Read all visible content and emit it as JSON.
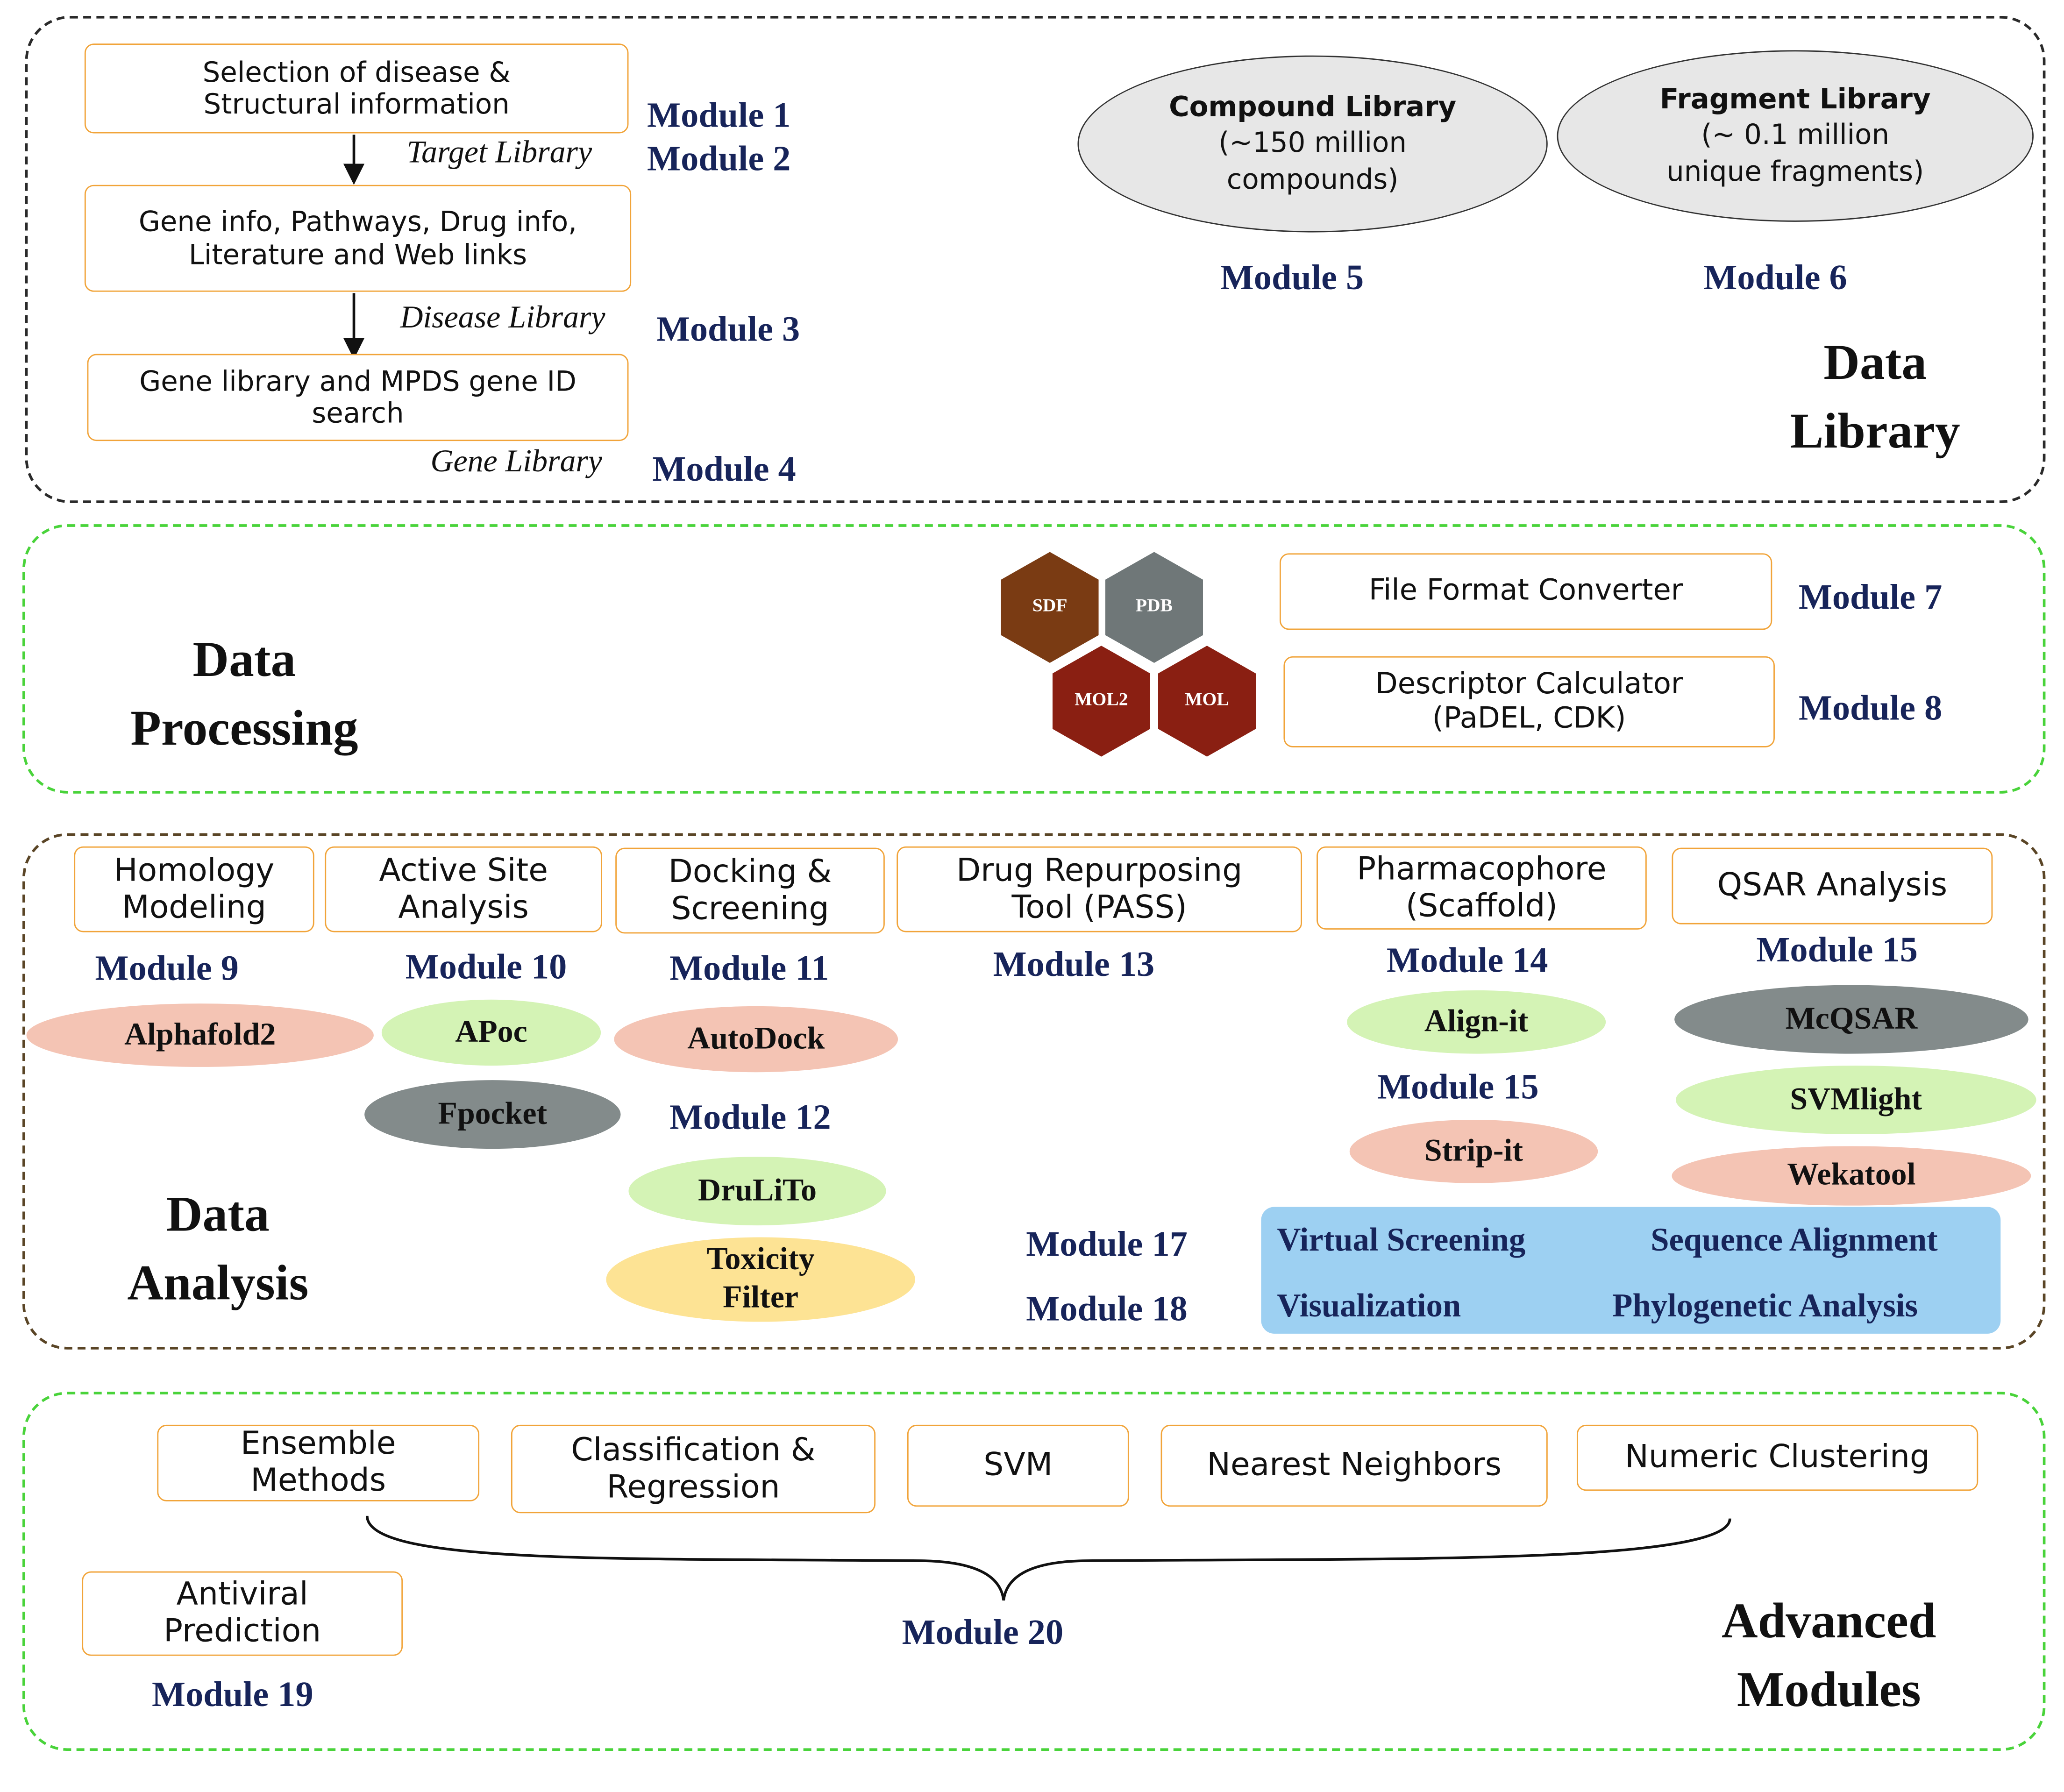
{
  "data_library": {
    "title": "Data\nLibrary",
    "box1": "Selection of disease &\nStructural information",
    "box2": "Gene info, Pathways, Drug info,\nLiterature  and Web links",
    "box3": "Gene library and MPDS gene ID\nsearch",
    "lib_target": "Target Library",
    "lib_disease": "Disease Library",
    "lib_gene": "Gene Library",
    "module1": "Module 1",
    "module2": "Module 2",
    "module3": "Module 3",
    "module4": "Module 4",
    "compound": {
      "name": "Compound Library",
      "detail": "(~150 million\ncompounds)"
    },
    "fragment": {
      "name": "Fragment Library",
      "detail": "(~ 0.1 million\nunique fragments)"
    },
    "module5": "Module 5",
    "module6": "Module 6"
  },
  "data_processing": {
    "title": "Data\nProcessing",
    "formats": [
      "SDF",
      "PDB",
      "MOL2",
      "MOL"
    ],
    "format_colors": [
      "#7a3b13",
      "#6f7778",
      "#8a1f12",
      "#8a1f12"
    ],
    "converter": "File Format Converter",
    "descriptor": "Descriptor Calculator\n(PaDEL, CDK)",
    "module7": "Module 7",
    "module8": "Module 8"
  },
  "data_analysis": {
    "title": "Data\nAnalysis",
    "boxes": {
      "homology": "Homology\nModeling",
      "active_site": "Active Site\nAnalysis",
      "docking": "Docking &\nScreening",
      "repurposing": "Drug Repurposing\nTool (PASS)",
      "pharmacophore": "Pharmacophore\n(Scaffold)",
      "qsar": "QSAR Analysis"
    },
    "modules": {
      "m9": "Module 9",
      "m10": "Module 10",
      "m11": "Module 11",
      "m12": "Module 12",
      "m13": "Module 13",
      "m14": "Module 14",
      "m15a": "Module 15",
      "m15b": "Module 15",
      "m17": "Module 17",
      "m18": "Module 18"
    },
    "tools": {
      "alphafold": "Alphafold2",
      "apoc": "APoc",
      "fpocket": "Fpocket",
      "autodock": "AutoDock",
      "drulito": "DruLiTo",
      "toxicity": "Toxicity\nFilter",
      "alignit": "Align-it",
      "stripit": "Strip-it",
      "mcqsar": "McQSAR",
      "svmlight": "SVMlight",
      "wekatool": "Wekatool"
    },
    "tool_colors": {
      "salmon": "#f4c4b4",
      "green": "#d4f3b5",
      "gray": "#838b8b",
      "yellow": "#fde394"
    },
    "extras": {
      "virtual_screening": "Virtual Screening",
      "sequence_alignment": "Sequence Alignment",
      "visualization": "Visualization",
      "phylogenetic": "Phylogenetic Analysis"
    }
  },
  "advanced": {
    "title": "Advanced\nModules",
    "ensemble": "Ensemble\nMethods",
    "classification": "Classification &\nRegression",
    "svm": "SVM",
    "nearest": "Nearest Neighbors",
    "clustering": "Numeric Clustering",
    "antiviral": "Antiviral\nPrediction",
    "module19": "Module 19",
    "module20": "Module 20"
  }
}
